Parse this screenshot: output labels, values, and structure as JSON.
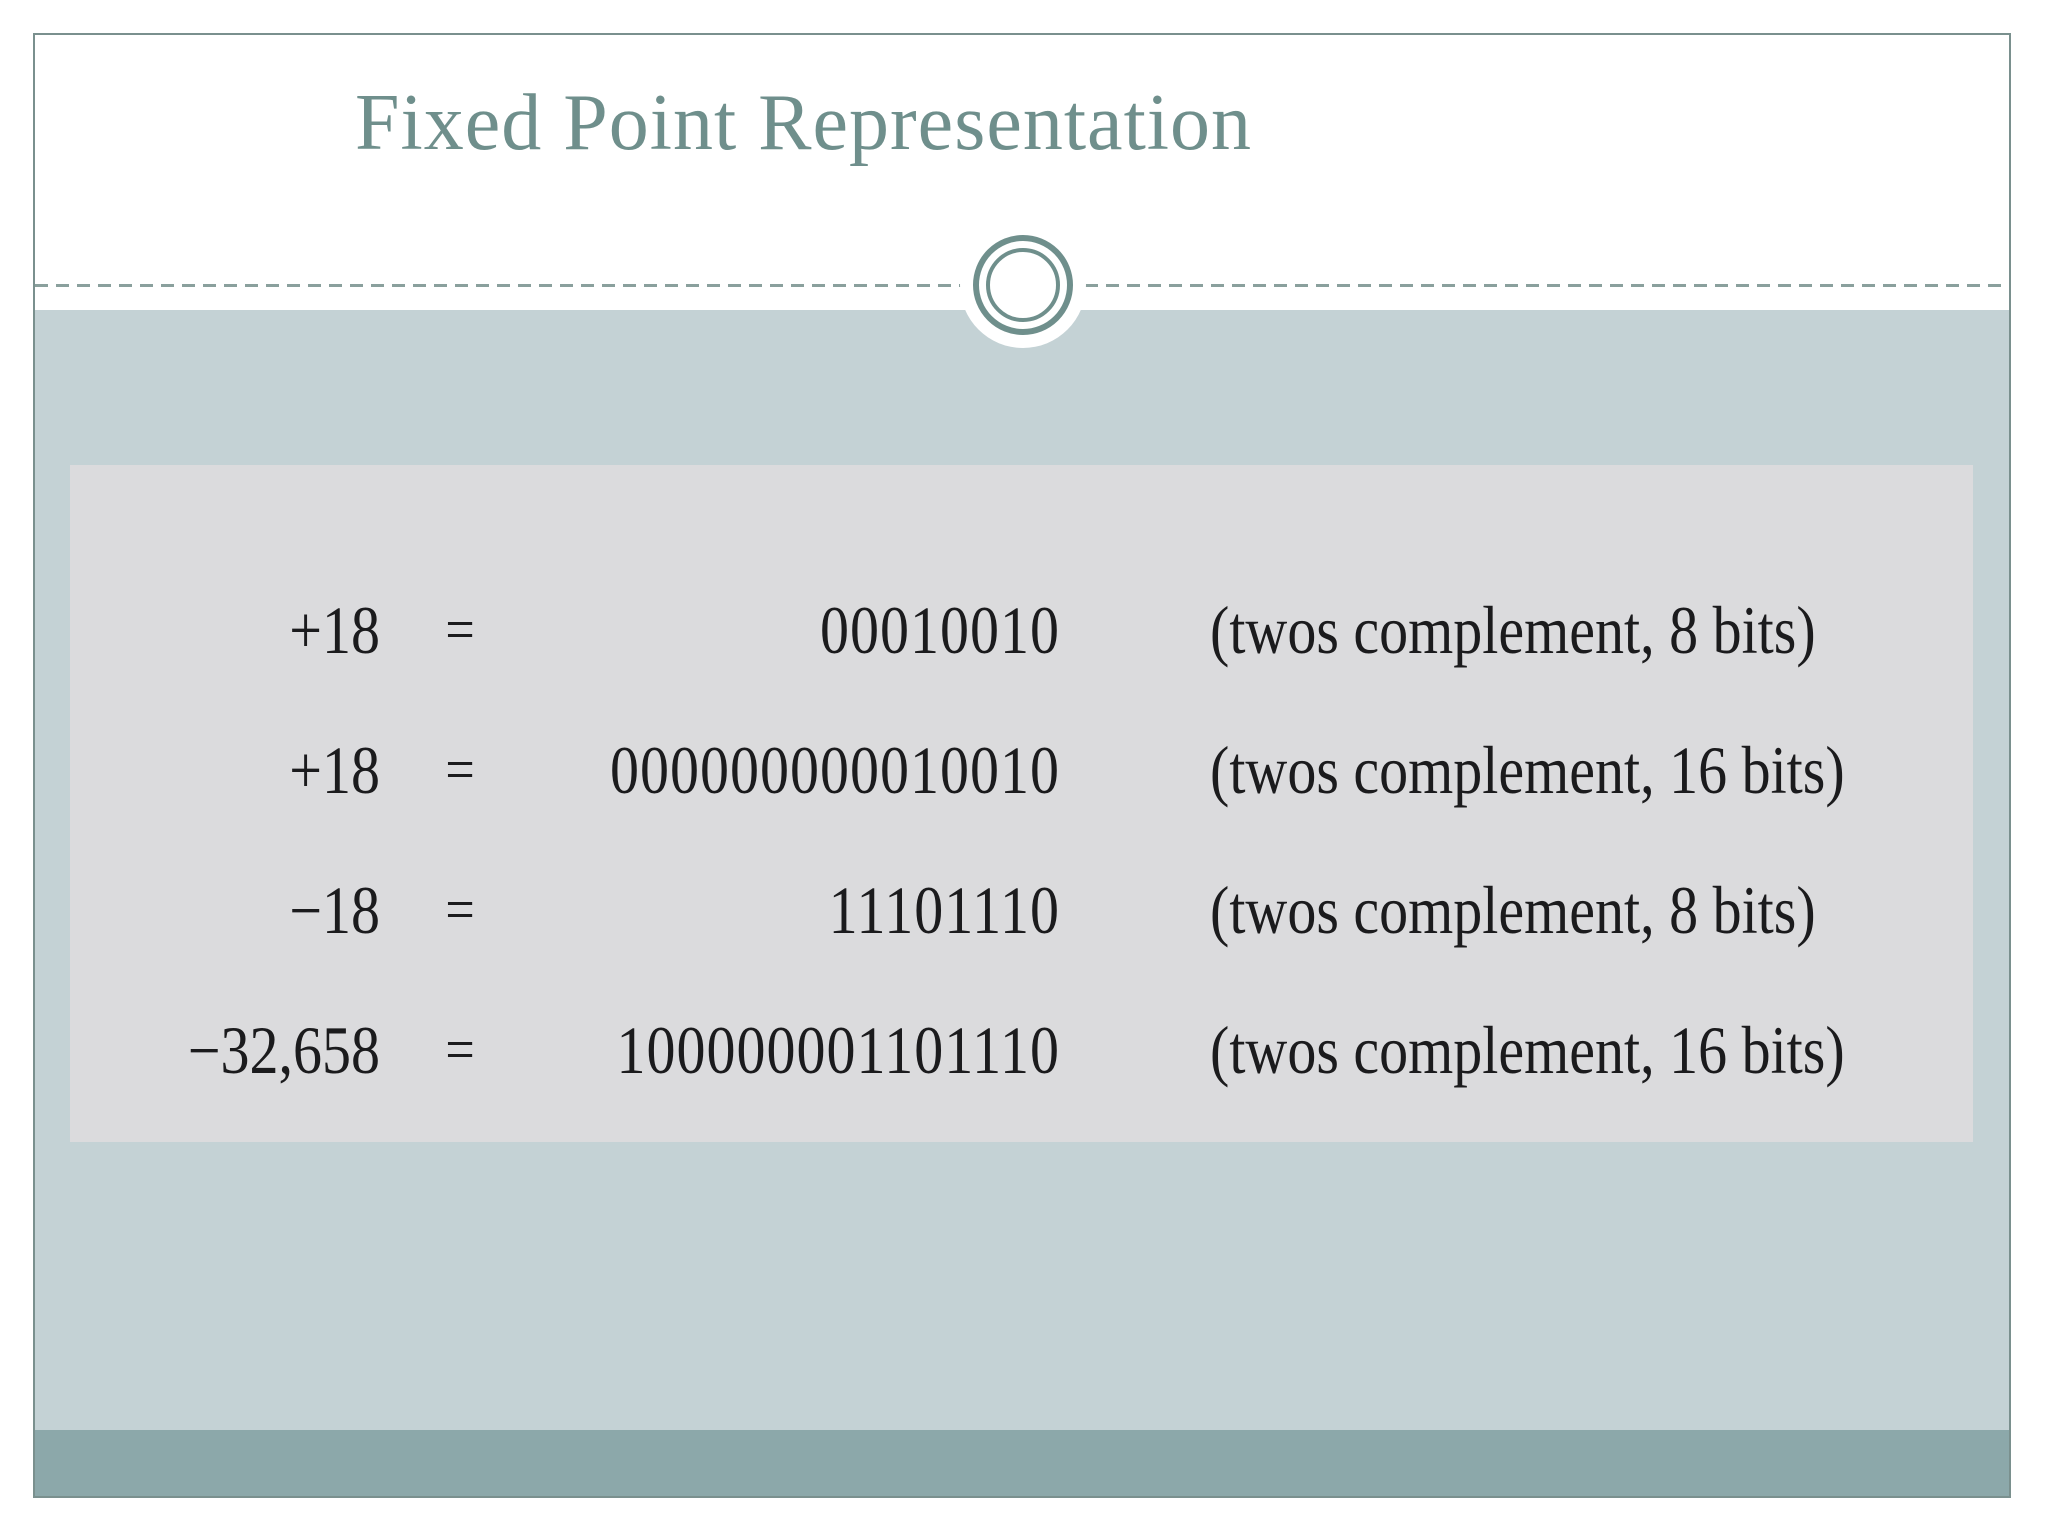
{
  "slide": {
    "title": "Fixed Point Representation",
    "figure": {
      "rows": [
        {
          "value": "+18",
          "equals": "=",
          "binary": "00010010",
          "note": "(twos complement, 8 bits)"
        },
        {
          "value": "+18",
          "equals": "=",
          "binary": "000000000010010",
          "note": "(twos complement, 16 bits)"
        },
        {
          "value": "−18",
          "equals": "=",
          "binary": "11101110",
          "note": "(twos complement, 8 bits)"
        },
        {
          "value": "−32,658",
          "equals": "=",
          "binary": "100000001101110",
          "note": "(twos complement, 16 bits)"
        }
      ]
    },
    "colors": {
      "title_text": "#6f8f8c",
      "frame_border": "#7a908e",
      "divider_dash": "#8aa09d",
      "content_band": "#c4d2d5",
      "footer_band": "#8ca8aa",
      "figure_panel": "#dbdbdd",
      "figure_text": "#1b1b1d",
      "ornament_ring": "#6f8f8c"
    }
  }
}
